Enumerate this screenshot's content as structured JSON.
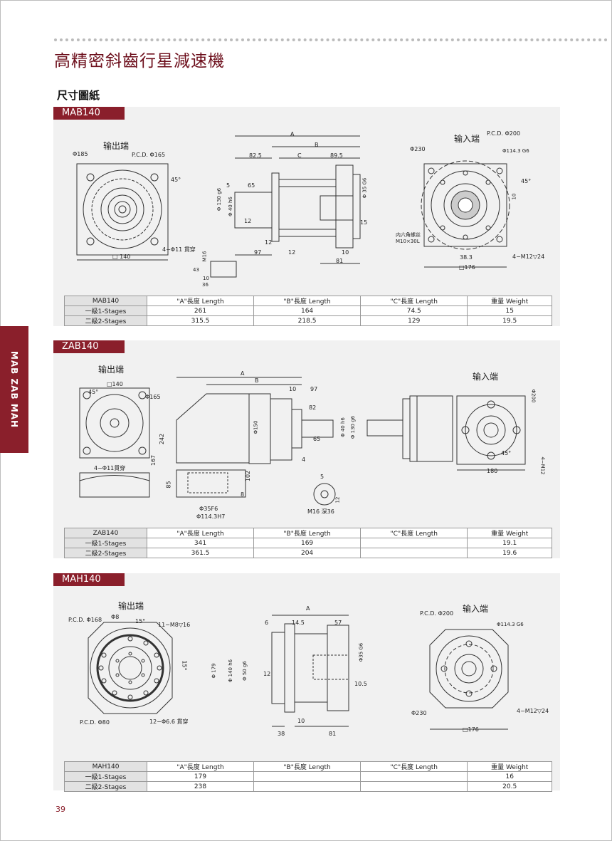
{
  "header": {
    "title": "高精密斜齒行星減速機",
    "subtitle": "尺寸圖紙"
  },
  "sidebar": {
    "tab": "MAB ZAB MAH"
  },
  "page_number": "39",
  "sections": {
    "mab": {
      "label": "MAB140",
      "output_label": "输出端",
      "input_label": "输入端",
      "dims": {
        "d185": "Φ185",
        "pcd165": "P.C.D. Φ165",
        "ang45": "45°",
        "sq140": "□ 140",
        "holes4": "4−Φ11 貫穿",
        "A": "A",
        "B": "B",
        "C": "C",
        "l82": "82.5",
        "l89": "89.5",
        "l65": "65",
        "l5": "5",
        "d130": "Φ 130 g6",
        "d40": "Φ 40 h6",
        "l12a": "12",
        "l12b": "12",
        "l12c": "12",
        "l97": "97",
        "l10": "10",
        "l81": "81",
        "l15": "15",
        "d35": "Φ 35 G6",
        "m16": "M16",
        "l43": "43",
        "l10b": "10",
        "l36": "36",
        "d230": "Φ230",
        "pcd200": "P.C.D. Φ200",
        "d114": "Φ114.3 G6",
        "l10c": "10",
        "ang45b": "45°",
        "screw": "内六角螺丝 M10×30L",
        "l38": "38.3",
        "sq176": "□176",
        "m12": "4−M12▽24"
      },
      "table": {
        "headers": [
          "MAB140",
          "\"A\"長度 Length",
          "\"B\"長度 Length",
          "\"C\"長度 Length",
          "重量 Weight"
        ],
        "rows": [
          [
            "一級1-Stages",
            "261",
            "164",
            "74.5",
            "15"
          ],
          [
            "二級2-Stages",
            "315.5",
            "218.5",
            "129",
            "19.5"
          ]
        ]
      }
    },
    "zab": {
      "label": "ZAB140",
      "output_label": "输出端",
      "input_label": "输入端",
      "dims": {
        "sq140": "□140",
        "ang45": "45°",
        "d165": "Φ165",
        "l242": "242",
        "l167": "167",
        "holes4": "4−Φ11貫穿",
        "l85": "85",
        "d35": "Φ35F6",
        "d114": "Φ114.3H7",
        "A": "A",
        "B": "B",
        "l10": "10",
        "l97": "97",
        "l82": "82",
        "d150": "Φ150",
        "d40": "Φ 40 h6",
        "d130": "Φ 130 g6",
        "l65": "65",
        "l4": "4",
        "l102": "102",
        "l8": "8",
        "l5": "5",
        "l12": "12",
        "m16": "M16 深36",
        "d200": "Φ200",
        "l45": "45°",
        "l180": "180",
        "m12": "4−M12"
      },
      "table": {
        "headers": [
          "ZAB140",
          "\"A\"長度 Length",
          "\"B\"長度 Length",
          "\"C\"長度 Length",
          "重量 Weight"
        ],
        "rows": [
          [
            "一級1-Stages",
            "341",
            "169",
            "",
            "19.1"
          ],
          [
            "二級2-Stages",
            "361.5",
            "204",
            "",
            "19.6"
          ]
        ]
      }
    },
    "mah": {
      "label": "MAH140",
      "output_label": "输出端",
      "input_label": "输入端",
      "dims": {
        "pcd168": "P.C.D. Φ168",
        "d8": "Φ8",
        "ang15": "15°",
        "m8": "11−M8▽16",
        "ang15b": "15°",
        "pcd80": "P.C.D. Φ80",
        "holes12": "12−Φ6.6 貫穿",
        "A": "A",
        "l6": "6",
        "l14": "14.5",
        "l57": "57",
        "d179": "Φ 179",
        "d140": "Φ 140 h6",
        "d50": "Φ 50 g6",
        "l12": "12",
        "d35": "Φ35 G6",
        "l10": "10.5",
        "l38": "38",
        "l10b": "10",
        "l81": "81",
        "pcd200": "P.C.D. Φ200",
        "d114": "Φ114.3 G6",
        "d230": "Φ230",
        "m12": "4−M12▽24",
        "sq176": "□176"
      },
      "table": {
        "headers": [
          "MAH140",
          "\"A\"長度 Length",
          "\"B\"長度 Length",
          "\"C\"長度 Length",
          "重量 Weight"
        ],
        "rows": [
          [
            "一級1-Stages",
            "179",
            "",
            "",
            "16"
          ],
          [
            "二級2-Stages",
            "238",
            "",
            "",
            "20.5"
          ]
        ]
      }
    }
  },
  "colors": {
    "brand": "#8a1f2b",
    "title": "#6d0f1c",
    "panel": "#f1f1f1"
  }
}
